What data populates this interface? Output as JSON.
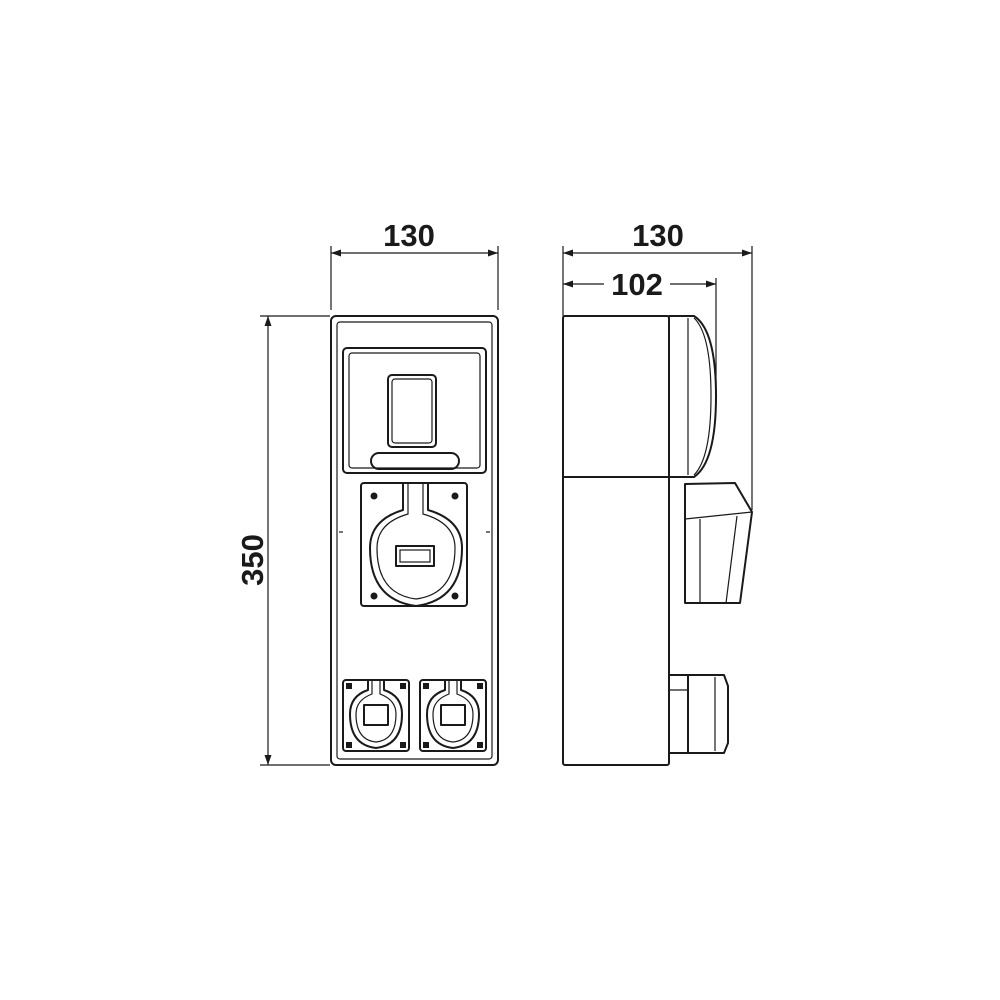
{
  "dimensions": {
    "front_width": "130",
    "side_depth_total": "130",
    "side_depth_body": "102",
    "height": "350"
  }
}
